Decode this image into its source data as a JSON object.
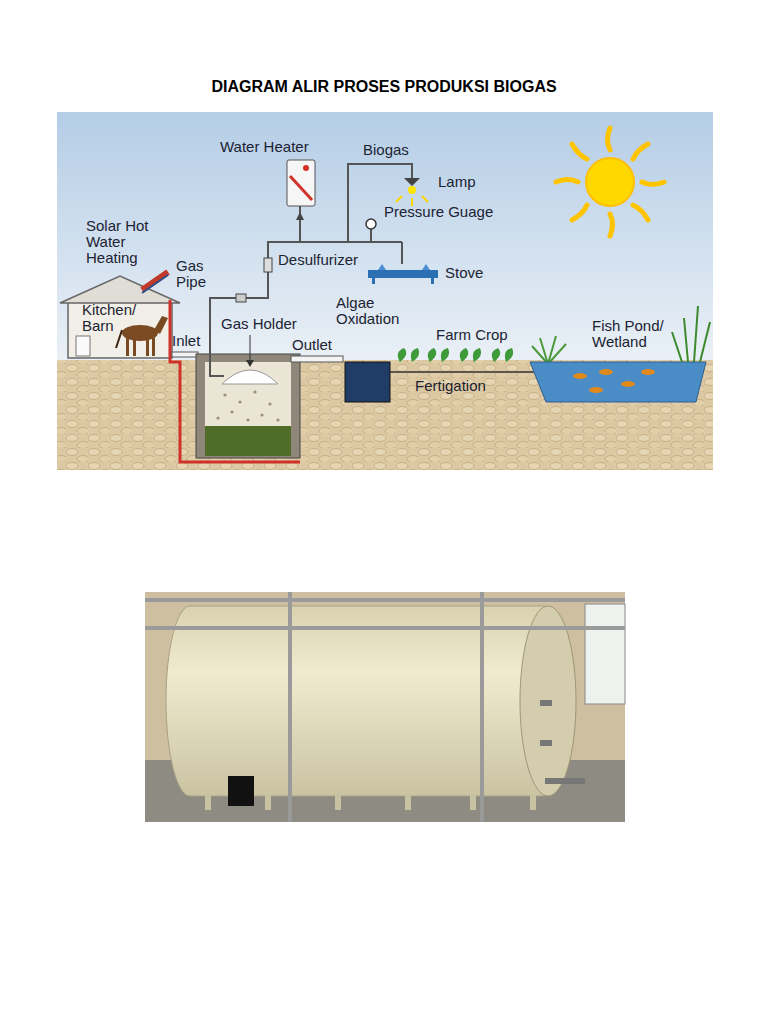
{
  "diagram": {
    "title": "DIAGRAM ALIR PROSES PRODUKSI BIOGAS",
    "labels": [
      "Water Heater",
      "Biogas",
      "Lamp",
      "Pressure Guage",
      "Solar Hot Water Heating",
      "Desulfurizer",
      "Stove",
      "Gas Pipe",
      "Kitchen/ Barn",
      "Algae Oxidation",
      "Gas Holder",
      "Farm Crop",
      "Fish Pond/ Wetland",
      "Inlet",
      "Outlet",
      "Fertigation"
    ]
  }
}
